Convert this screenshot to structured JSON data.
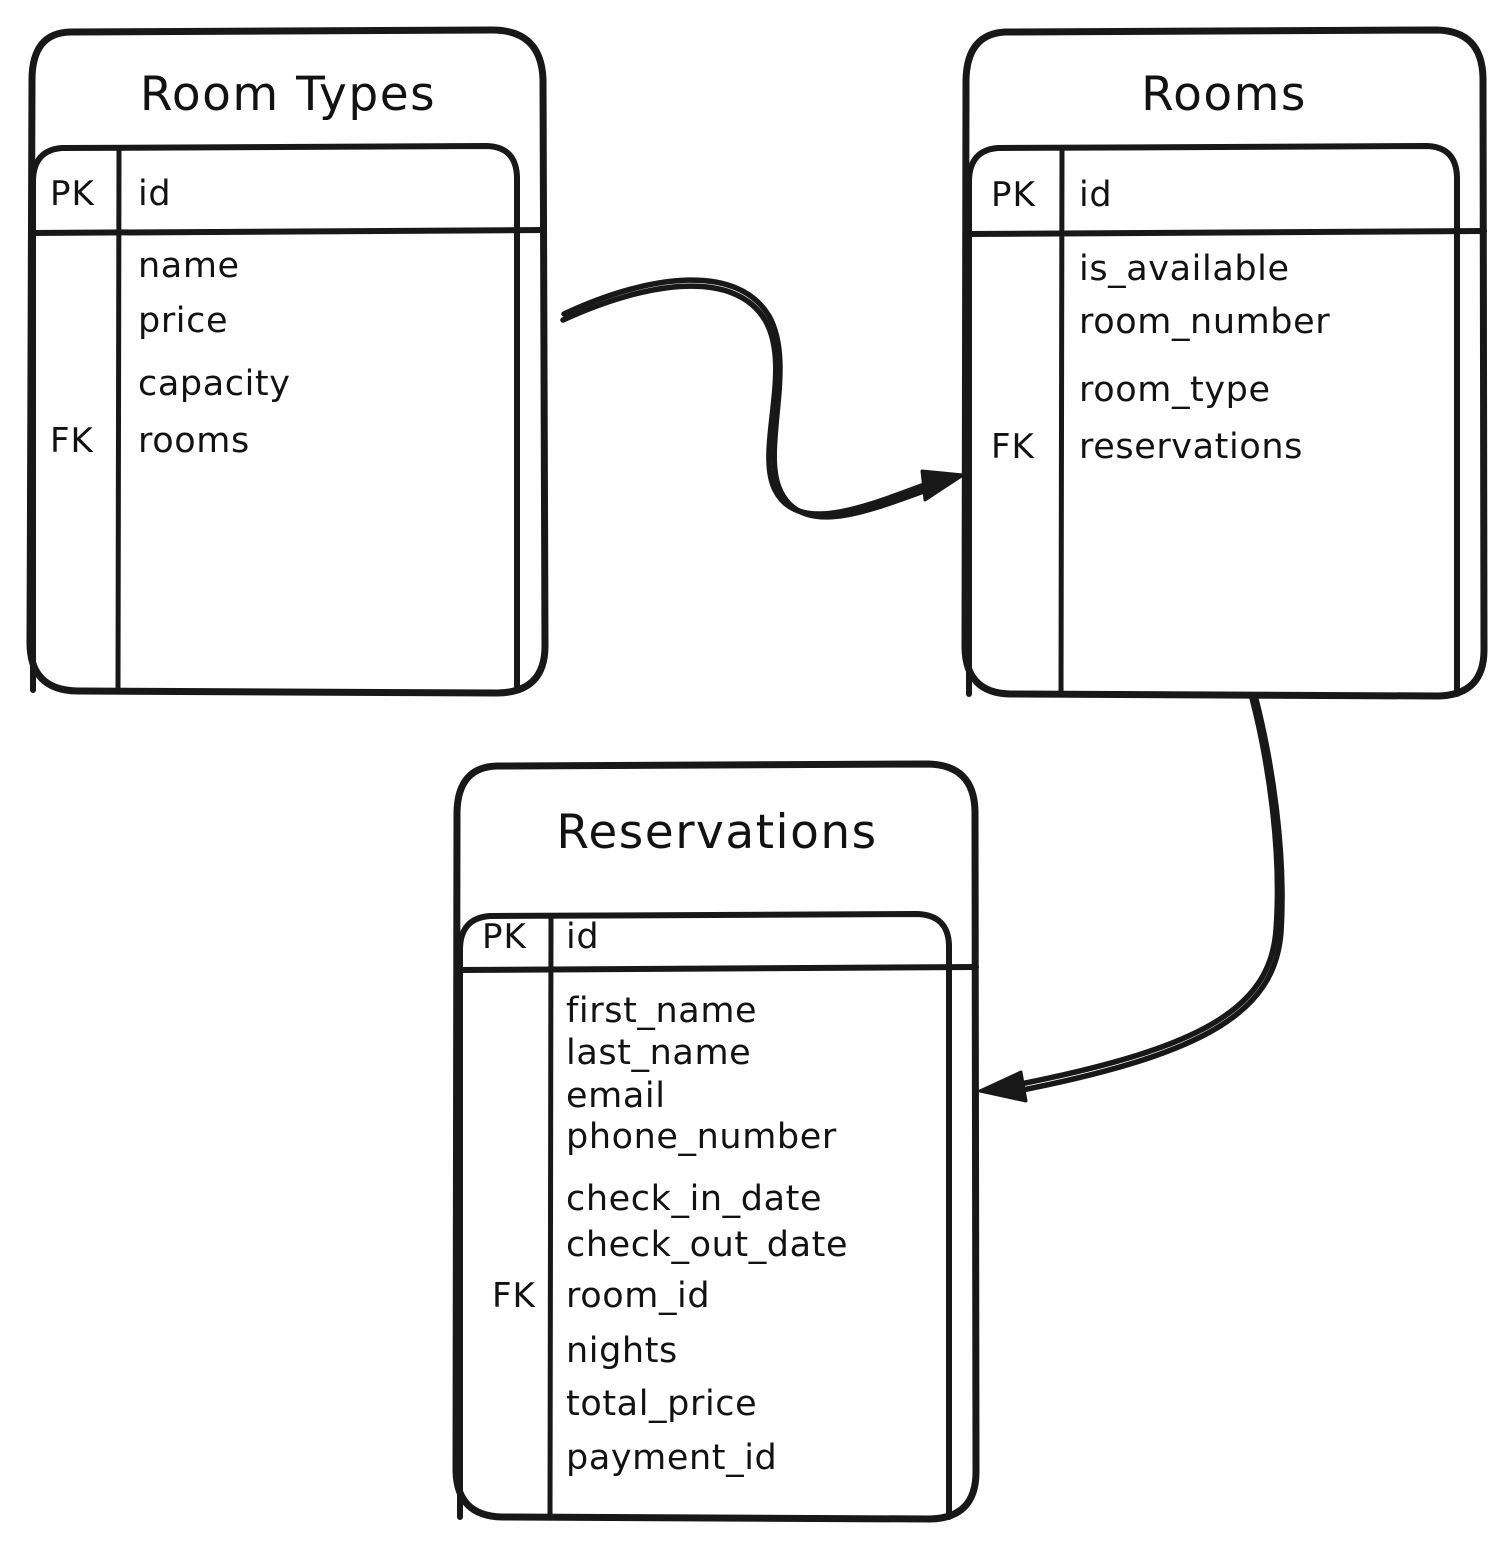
{
  "diagram": {
    "kind": "entity-relationship-diagram",
    "style": "hand-drawn",
    "stroke_color": "#181818",
    "background_color": "#ffffff",
    "text_color": "#121212"
  },
  "key_labels": {
    "primary": "PK",
    "foreign": "FK"
  },
  "tables": [
    {
      "id": "room-types",
      "title": "Room Types",
      "primary_key": "id",
      "fields": [
        "name",
        "price",
        "capacity",
        "rooms"
      ],
      "foreign_key_field": "rooms"
    },
    {
      "id": "rooms",
      "title": "Rooms",
      "primary_key": "id",
      "fields": [
        "is_available",
        "room_number",
        "room_type",
        "reservations"
      ],
      "foreign_key_field": "reservations"
    },
    {
      "id": "reservations",
      "title": "Reservations",
      "primary_key": "id",
      "fields": [
        "first_name",
        "last_name",
        "email",
        "phone_number",
        "check_in_date",
        "check_out_date",
        "room_id",
        "nights",
        "total_price",
        "payment_id"
      ],
      "foreign_key_field": "room_id"
    }
  ],
  "relationships": [
    {
      "id": "room-types-to-rooms",
      "from": "Room Types",
      "to": "Rooms",
      "arrow_direction": "right"
    },
    {
      "id": "rooms-to-reservations",
      "from": "Rooms",
      "to": "Reservations",
      "arrow_direction": "left"
    }
  ]
}
